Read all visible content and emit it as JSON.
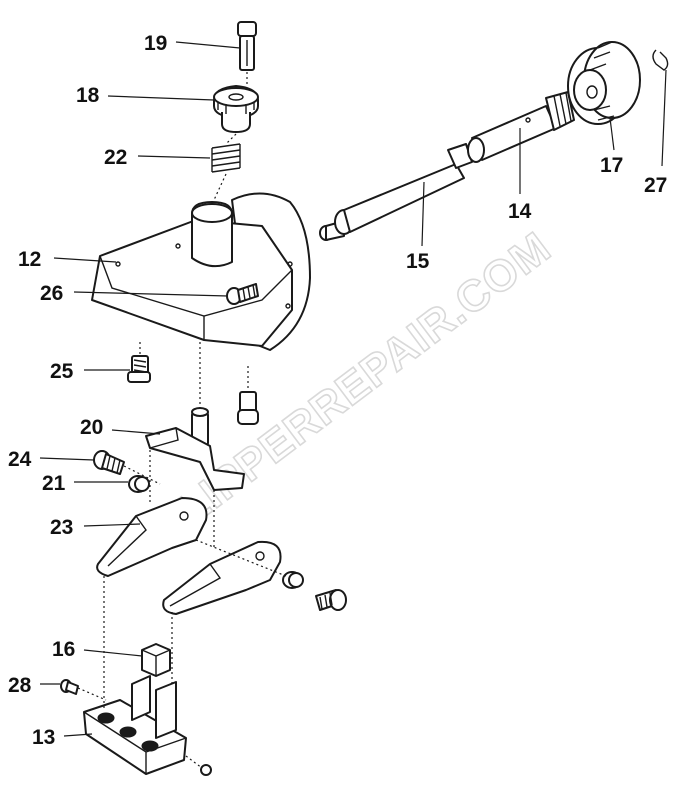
{
  "watermark": "CLIPPERREPAIR.COM",
  "callouts": {
    "p19": "19",
    "p18": "18",
    "p22": "22",
    "p12": "12",
    "p26": "26",
    "p25": "25",
    "p20": "20",
    "p24": "24",
    "p21": "21",
    "p23": "23",
    "p16": "16",
    "p28": "28",
    "p13": "13",
    "p15": "15",
    "p14": "14",
    "p17": "17",
    "p27": "27"
  }
}
